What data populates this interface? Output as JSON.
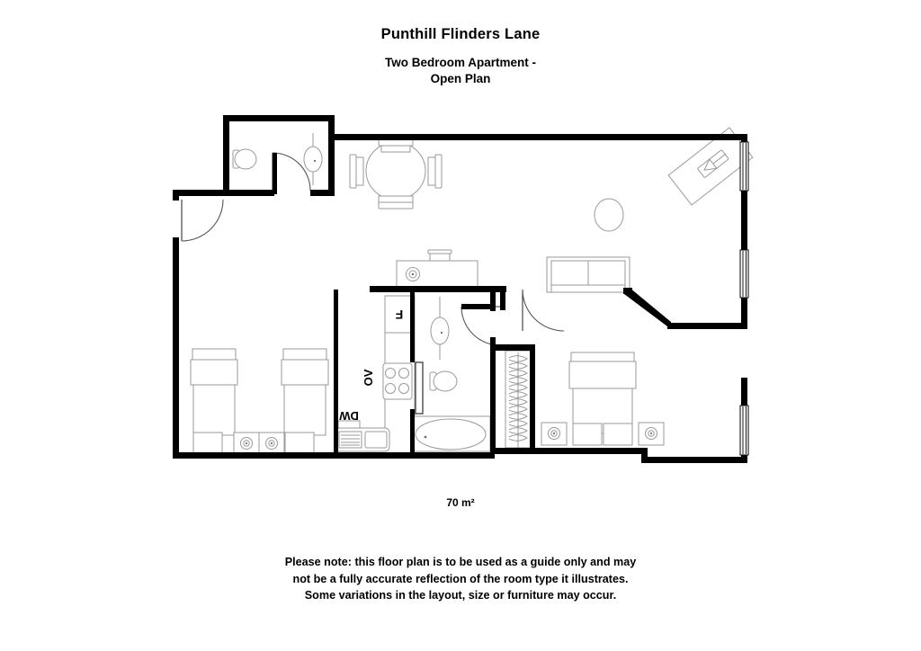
{
  "document": {
    "main_title": "Punthill Flinders Lane",
    "sub_title_line1": "Two Bedroom Apartment -",
    "sub_title_line2": "Open Plan",
    "area_label": "70 m²",
    "disclaimer_line1": "Please note: this floor plan is to be used as a guide only and may",
    "disclaimer_line2": "not be a fully accurate reflection of the room type it illustrates.",
    "disclaimer_line3": "Some variations in the layout, size or furniture may occur."
  },
  "colors": {
    "wall": "#000000",
    "furniture_stroke": "#9a9a9a",
    "furniture_fill": "#ffffff",
    "background": "#ffffff",
    "text": "#000000"
  },
  "plan": {
    "appliance_labels": {
      "fridge": "F",
      "oven": "OV",
      "dishwasher": "DW"
    },
    "rooms": [
      {
        "name": "powder-room",
        "fixtures": [
          "toilet",
          "basin",
          "swing-door"
        ]
      },
      {
        "name": "entry-hall",
        "fixtures": [
          "entry-door"
        ]
      },
      {
        "name": "living-dining",
        "fixtures": [
          "round-dining-table",
          "four-dining-chairs",
          "sofa",
          "round-coffee-table",
          "angled-console-desk"
        ]
      },
      {
        "name": "kitchen",
        "fixtures": [
          "fridge",
          "cooktop",
          "oven",
          "dishwasher",
          "double-sink",
          "laundry-unit"
        ]
      },
      {
        "name": "main-bathroom",
        "fixtures": [
          "basin",
          "toilet",
          "bathtub",
          "shower-screen"
        ]
      },
      {
        "name": "bedroom-two",
        "fixtures": [
          "single-bed",
          "single-bed",
          "bedside-lamp",
          "bedside-lamp",
          "luggage-bench",
          "luggage-bench"
        ]
      },
      {
        "name": "bedroom-one",
        "fixtures": [
          "double-bed",
          "bedside-table-lamp",
          "bedside-table-lamp",
          "bench-seat",
          "wardrobe-hanging"
        ]
      }
    ],
    "windows_right_wall": 3,
    "doors": [
      "entry-door",
      "powder-room-door",
      "bathroom-door",
      "bedroom-one-door"
    ]
  }
}
